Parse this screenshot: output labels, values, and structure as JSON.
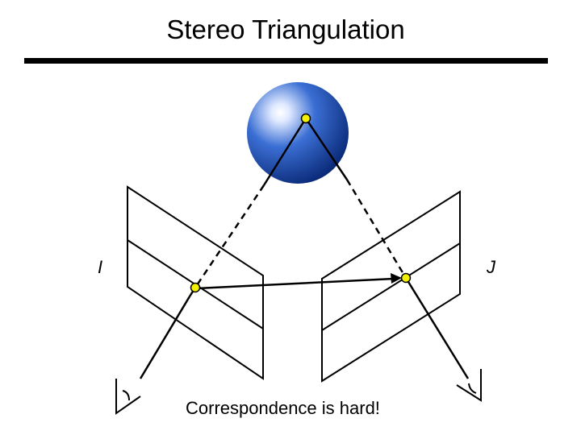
{
  "slide": {
    "title": "Stereo Triangulation",
    "label_left": "I",
    "label_right": "J",
    "caption": "Correspondence is hard!"
  },
  "colors": {
    "sphere_light": "#f2f6ff",
    "sphere_mid": "#3b6fd4",
    "sphere_dark": "#0a2a78",
    "point_fill": "#f2f200",
    "line": "#000000",
    "rule": "#000000"
  },
  "elements": {
    "sphere": "3D scene object",
    "image_planes": [
      "left image plane",
      "right image plane"
    ],
    "cameras": [
      "left camera",
      "right camera"
    ]
  }
}
